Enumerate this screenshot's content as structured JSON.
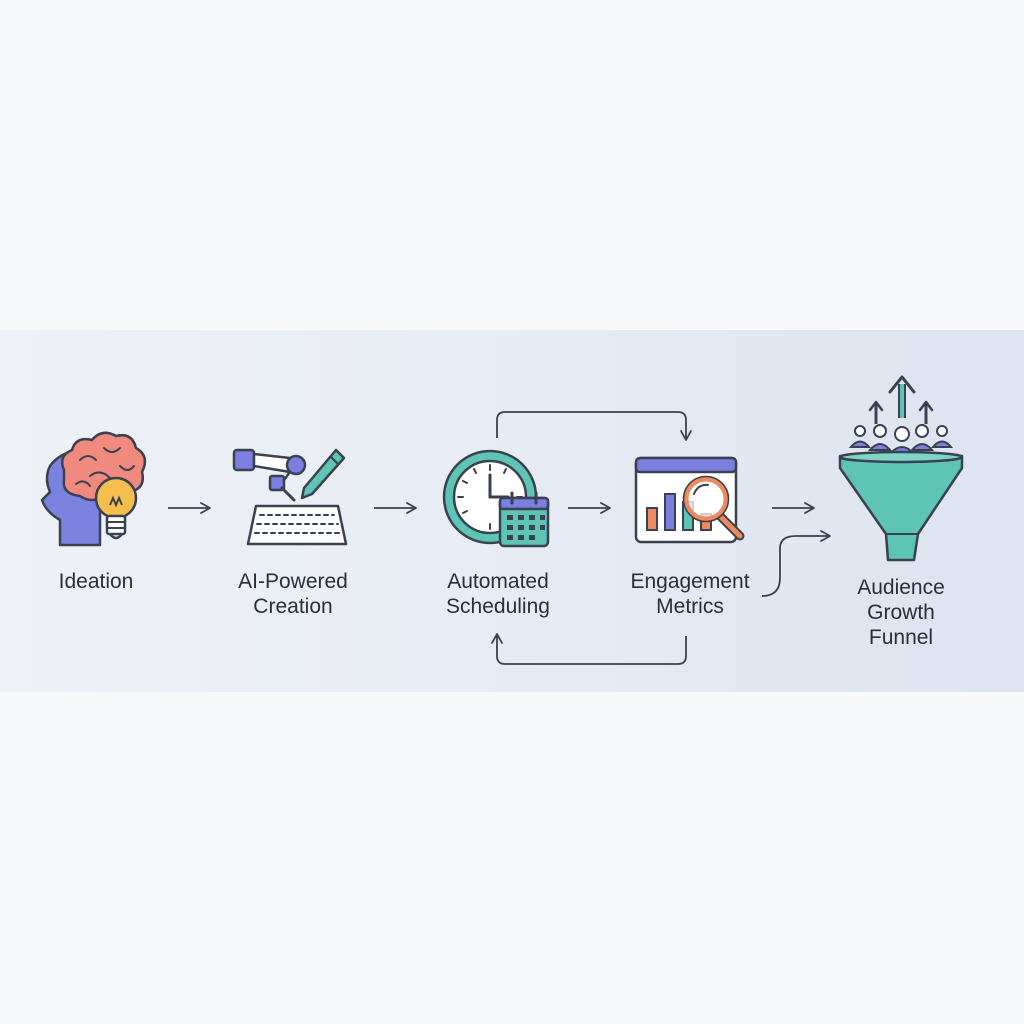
{
  "colors": {
    "outline": "#3a4150",
    "brain": "#f08a7e",
    "head": "#7a83e0",
    "bulb": "#f6bd4f",
    "teal": "#5ec4b6",
    "purple": "#7b7fe0",
    "orange": "#ef8a5f",
    "band": "#e8ecf4"
  },
  "steps": [
    {
      "id": "ideation",
      "icon": "brain-lightbulb-icon",
      "lines": [
        "Ideation"
      ]
    },
    {
      "id": "ai-creation",
      "icon": "robot-arm-pen-keyboard-icon",
      "lines": [
        "AI-Powered",
        "Creation"
      ]
    },
    {
      "id": "scheduling",
      "icon": "clock-calendar-icon",
      "lines": [
        "Automated",
        "Scheduling"
      ]
    },
    {
      "id": "metrics",
      "icon": "chart-magnifier-icon",
      "lines": [
        "Engagement",
        "Metrics"
      ]
    },
    {
      "id": "funnel",
      "icon": "audience-funnel-icon",
      "lines": [
        "Audience",
        "Growth",
        "Funnel"
      ]
    }
  ]
}
